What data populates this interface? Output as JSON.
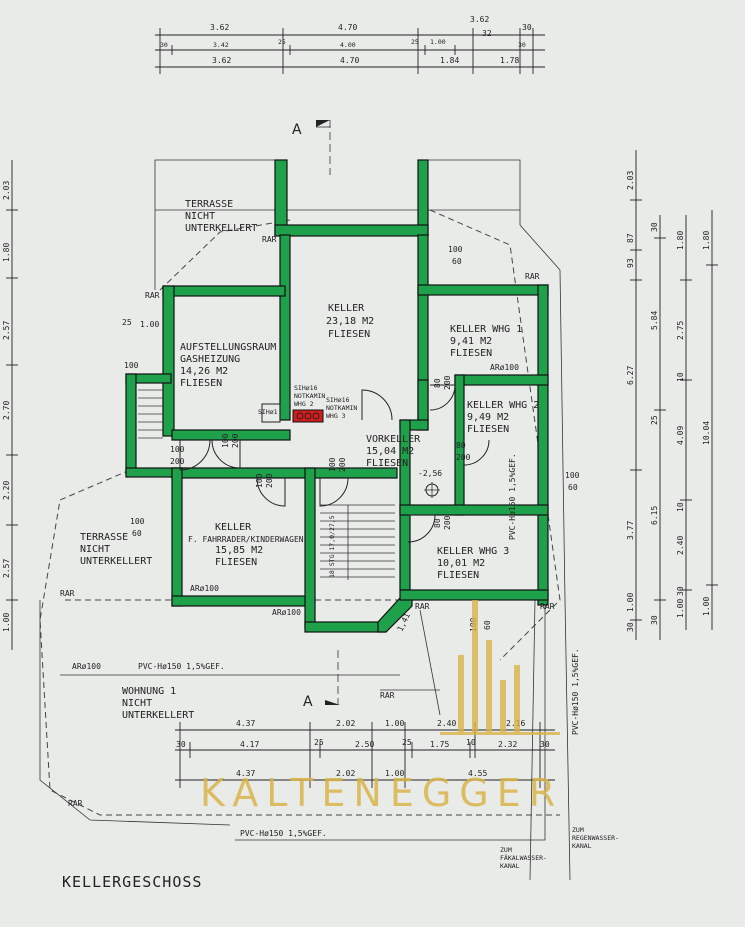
{
  "title": "KELLERGESCHOSS",
  "watermark": "KALTENEGGER",
  "colors": {
    "walls": "#1fa04a",
    "chimney": "#cc2020",
    "watermark": "#d9b44a",
    "paper": "#e9ebe9"
  },
  "rooms": {
    "keller": {
      "name": "KELLER",
      "area": "23,18 M2",
      "floor": "FLIESEN"
    },
    "aufstellungsraum": {
      "name": "AUFSTELLUNGSRAUM",
      "sub": "GASHEIZUNG",
      "area": "14,26 M2",
      "floor": "FLIESEN"
    },
    "keller_whg1": {
      "name": "KELLER WHG 1",
      "area": "9,41 M2",
      "floor": "FLIESEN"
    },
    "keller_whg2": {
      "name": "KELLER WHG 2",
      "area": "9,49 M2",
      "floor": "FLIESEN"
    },
    "vorkeller": {
      "name": "VORKELLER",
      "area": "15,04 M2",
      "floor": "FLIESEN"
    },
    "keller_fahrrad": {
      "name": "KELLER",
      "sub": "F. FAHRRADER/KINDERWAGEN",
      "area": "15,85 M2",
      "floor": "FLIESEN"
    },
    "keller_whg3": {
      "name": "KELLER WHG 3",
      "area": "10,01 M2",
      "floor": "FLIESEN"
    }
  },
  "outside": {
    "terrasse_top": [
      "TERRASSE",
      "NICHT",
      "UNTERKELLERT"
    ],
    "terrasse_left": [
      "TERRASSE",
      "NICHT",
      "UNTERKELLERT"
    ],
    "wohnung": [
      "WOHNUNG 1",
      "NICHT",
      "UNTERKELLERT"
    ]
  },
  "annotations": {
    "section": "A",
    "level": "-2,56",
    "rar": "RAR",
    "ar100": "ARø100",
    "sih16": "SIHø16",
    "sih1": "SIHø1",
    "notkamin_whg2": [
      "SIHø16",
      "NOTKAMIN",
      "WHG 2"
    ],
    "notkamin_whg3": [
      "SIHø16",
      "NOTKAMIN",
      "WHG 3"
    ],
    "pvc_h": "PVC-Hø150 1,5%GEF.",
    "pvc_bottom": "PVC-Hø150 1,5%GEF.",
    "pvc_right": "PVC-Hø150 1,5%GEF.",
    "pvc_inner": "PVC-Hø150 1,5%GEF.",
    "pipe_ar100": "ARø100",
    "regenwasser": [
      "ZUM",
      "REGENWASSER-",
      "KANAL"
    ],
    "faekal": [
      "ZUM",
      "FÄKALWASSER-",
      "KANAL"
    ],
    "stairs": "18 STG 17,0/27,5",
    "angle": "1,41"
  },
  "openings": {
    "d100_60_a": [
      "100",
      "60"
    ],
    "d100_200_a": [
      "100",
      "200"
    ],
    "d100_200_b": [
      "100",
      "200"
    ],
    "d100_200_c": [
      "100",
      "200"
    ],
    "d80_200_a": [
      "80",
      "200"
    ],
    "d80_200_b": [
      "80",
      "200"
    ],
    "d80_200_c": [
      "80",
      "200"
    ],
    "d100_60_b": [
      "100",
      "60"
    ],
    "d100_60_c": [
      "100",
      "60"
    ],
    "w25_100": [
      "25",
      "1.00"
    ],
    "w100": "100",
    "w100_60_bottom": [
      "100",
      "60"
    ]
  },
  "dims_top": {
    "row1": [
      "3.62",
      "4.70",
      "3.62",
      "30"
    ],
    "row1_small": "32",
    "row2": [
      "30",
      "3.42",
      "25",
      "4.00",
      "25",
      "1.00",
      "30"
    ],
    "row3": [
      "3.62",
      "4.70",
      "1.84",
      "1.78"
    ]
  },
  "dims_bottom": {
    "row1": [
      "4.37",
      "2.02",
      "1.00",
      "2.40",
      "2.16"
    ],
    "row2": [
      "30",
      "4.17",
      "25",
      "2.50",
      "25",
      "1.75",
      "10",
      "2.32",
      "30"
    ],
    "row3": [
      "4.37",
      "2.02",
      "1.00",
      "4.55"
    ]
  },
  "dims_left": [
    "2.03",
    "1.80",
    "2.57",
    "2.70",
    "2.20",
    "2.57",
    "1.00"
  ],
  "dims_right": {
    "col1": [
      "2.03",
      "93",
      "87",
      "6.27",
      "3.77",
      "1.00",
      "30"
    ],
    "col2": [
      "30",
      "5.84",
      "25",
      "6.15",
      "30"
    ],
    "col3": [
      "1.80",
      "2.75",
      "10",
      "4.09",
      "10",
      "2.40",
      "30",
      "1.00"
    ],
    "col4": [
      "1.80",
      "10.04",
      "1.00"
    ]
  }
}
